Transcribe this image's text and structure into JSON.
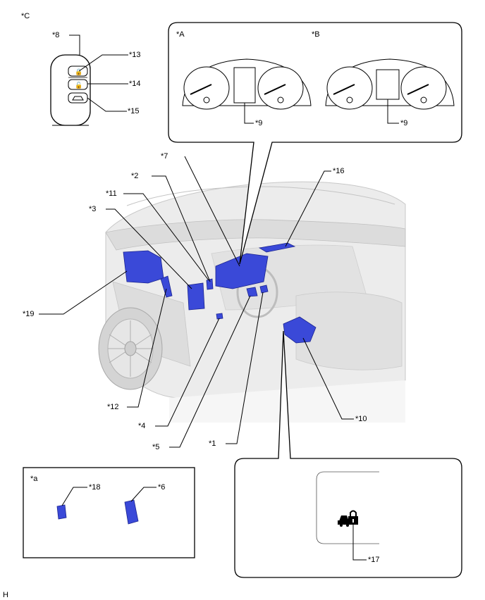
{
  "figure_code": "H",
  "callouts": {
    "c1": "*1",
    "c2": "*2",
    "c3": "*3",
    "c4": "*4",
    "c5": "*5",
    "c6": "*6",
    "c7": "*7",
    "c8": "*8",
    "c9a": "*9",
    "c9b": "*9",
    "c10": "*10",
    "c11": "*11",
    "c12": "*12",
    "c13": "*13",
    "c14": "*14",
    "c15": "*15",
    "c16": "*16",
    "c17": "*17",
    "c18": "*18",
    "c19": "*19"
  },
  "views": {
    "A": "*A",
    "B": "*B",
    "C": "*C",
    "a": "*a"
  },
  "colors": {
    "component": "#3a49d8",
    "body_shade": "#e4e4e4"
  }
}
